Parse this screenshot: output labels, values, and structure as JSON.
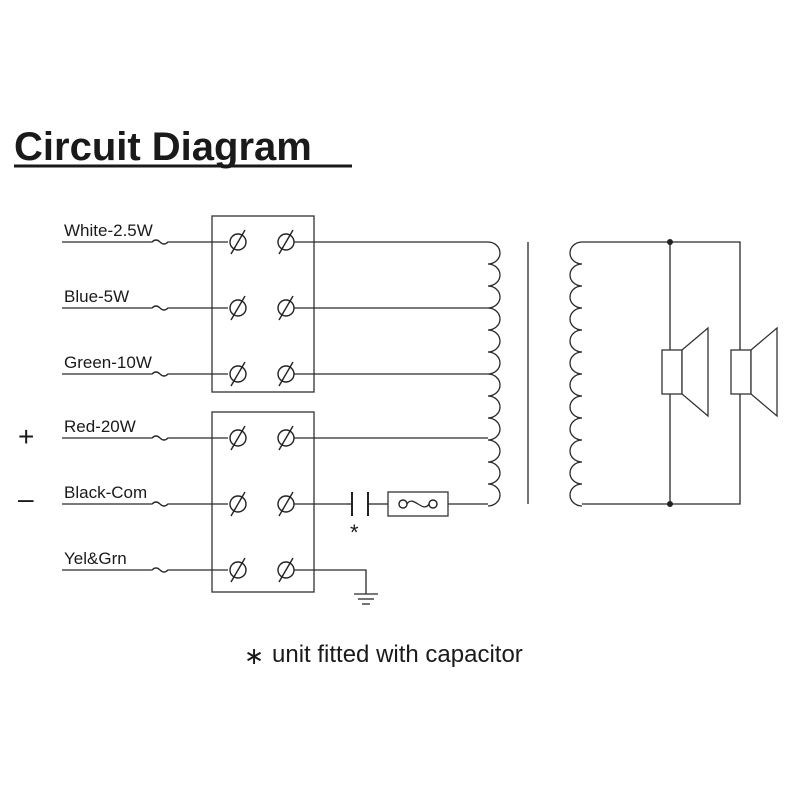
{
  "title": "Circuit Diagram",
  "inputs": [
    {
      "label": "White-2.5W"
    },
    {
      "label": "Blue-5W"
    },
    {
      "label": "Green-10W"
    },
    {
      "label": "Red-20W"
    },
    {
      "label": "Black-Com"
    },
    {
      "label": "Yel&Grn"
    }
  ],
  "polarity": {
    "positive": "+",
    "negative": "–"
  },
  "capacitor_marker": "*",
  "footnote": {
    "marker": "∗",
    "text": "unit fitted with capacitor"
  }
}
